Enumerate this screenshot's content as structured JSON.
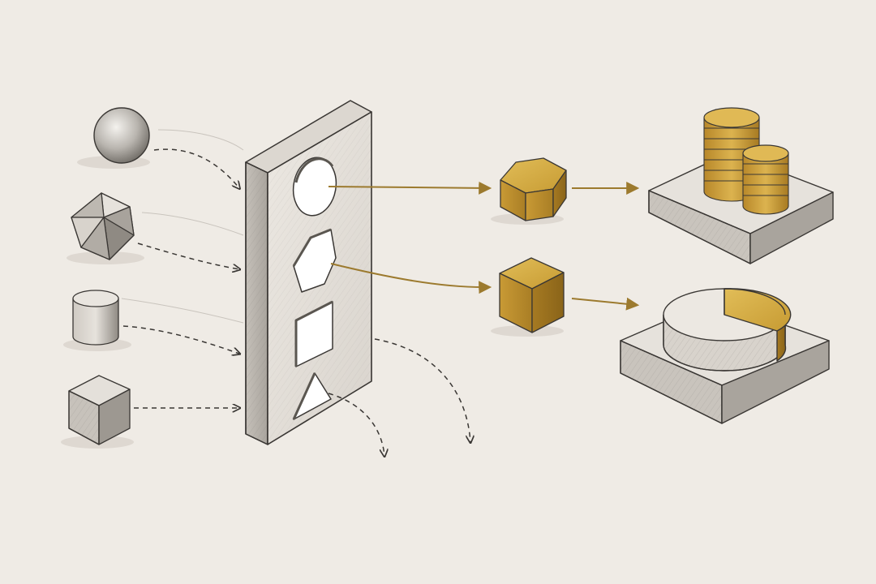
{
  "colors": {
    "paper": "#efebe5",
    "pencil": "#3a3734",
    "pencil_light": "#8a857f",
    "gold": "#c9a23c",
    "gold_dark": "#8a6a1f",
    "gold_arrow": "#9c7a2e"
  },
  "inputs": [
    {
      "shape": "sphere"
    },
    {
      "shape": "icosahedron"
    },
    {
      "shape": "cylinder"
    },
    {
      "shape": "cube"
    }
  ],
  "sorter": {
    "holes": [
      "circle",
      "hexagon",
      "square",
      "triangle"
    ]
  },
  "outputs": [
    {
      "shape": "hexagonal-prism",
      "color": "gold",
      "result": "coin-stacks-on-platform"
    },
    {
      "shape": "cube",
      "color": "gold",
      "result": "pie-chart-on-platform"
    }
  ],
  "rejected_paths": 2
}
